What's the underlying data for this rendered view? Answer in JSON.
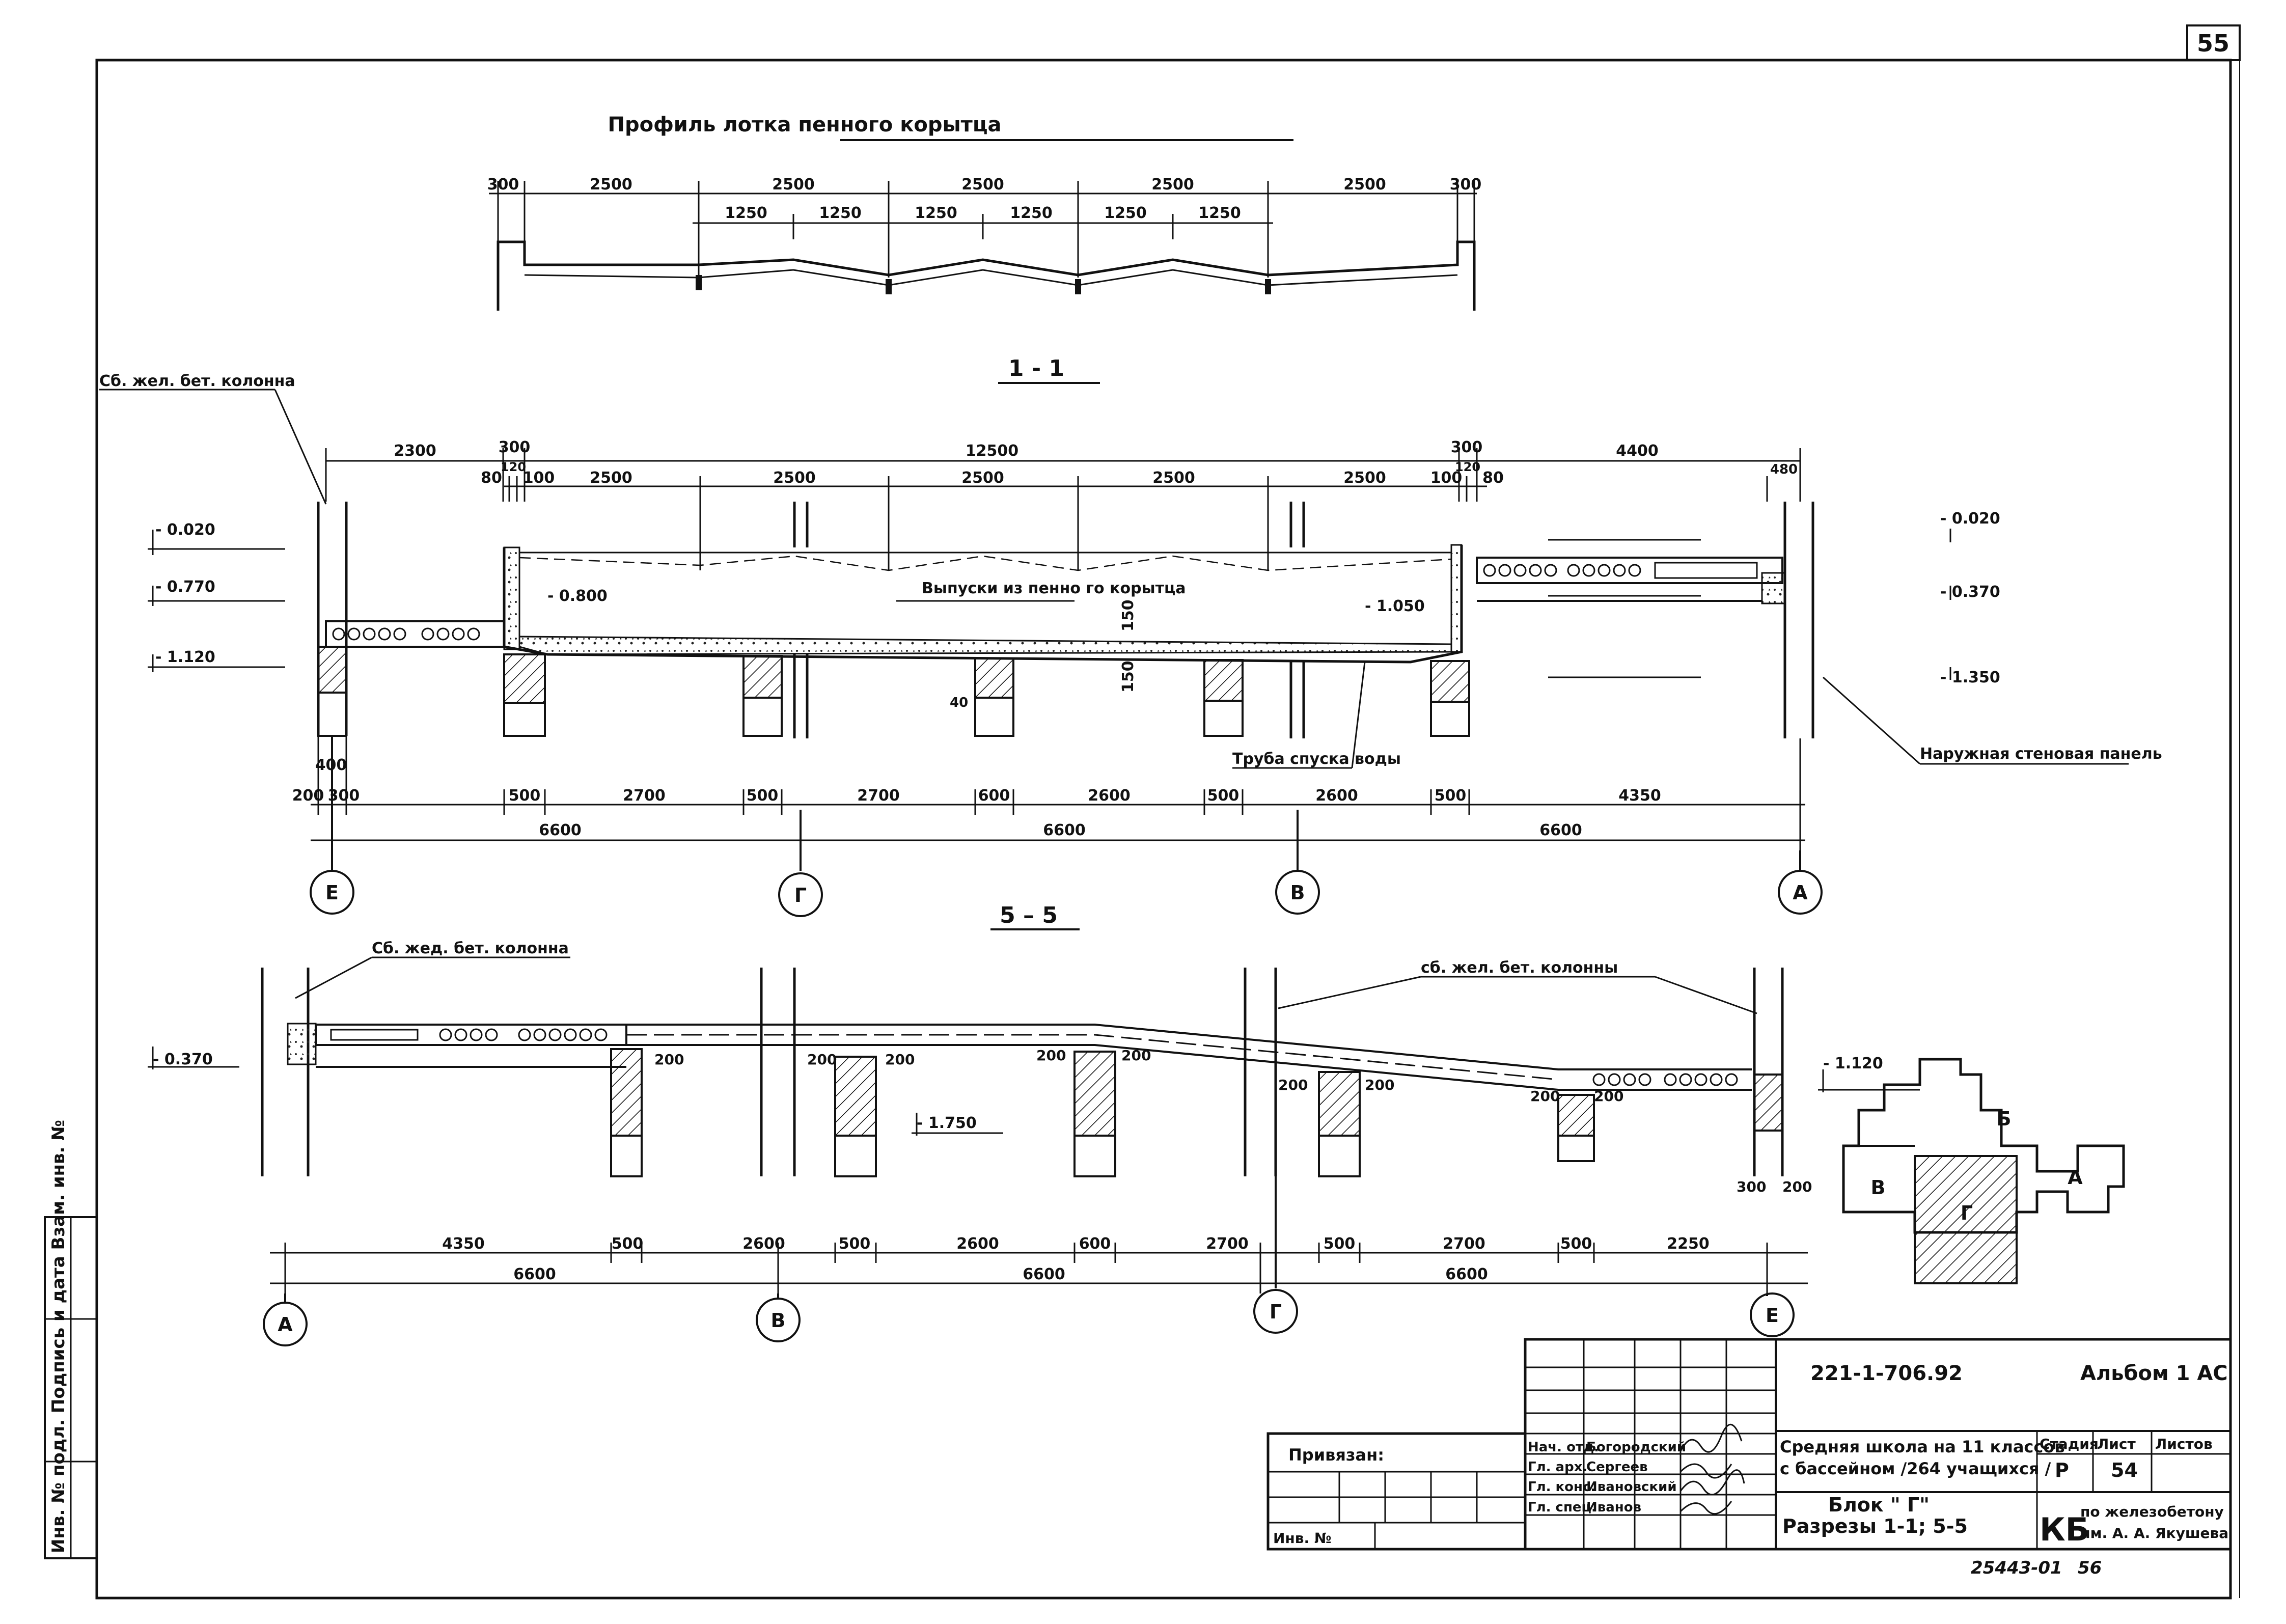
{
  "sheet_number": "55",
  "profile": {
    "title": "Профиль лотка пенного корытца",
    "dims_top": [
      "300",
      "2500",
      "2500",
      "2500",
      "2500",
      "2500",
      "300"
    ],
    "dims_sub": [
      "1250",
      "1250",
      "1250",
      "1250",
      "1250",
      "1250"
    ]
  },
  "section_11": {
    "title": "1 - 1",
    "column_label": "Сб. жел. бет. колонна",
    "dims_top": [
      "2300",
      "300",
      "12500",
      "300",
      "4400"
    ],
    "dims_second": [
      "80",
      "120",
      "100",
      "2500",
      "2500",
      "2500",
      "2500",
      "2500",
      "100",
      "120",
      "80",
      "480"
    ],
    "levels_left": [
      "- 0.020",
      "- 0.770",
      "- 1.120"
    ],
    "levels_right": [
      "- 0.020",
      "- 0.370",
      "- 1.350"
    ],
    "levels_mid": [
      "- 0.800",
      "- 1.050"
    ],
    "vypuski": "Выпуски из пенно го корытца",
    "dim_150a": "150",
    "dim_150b": "150",
    "dim_40": "40",
    "pipe": "Труба спуска воды",
    "panel": "Наружная стеновая панель",
    "dims_bottom": [
      "200",
      "300",
      "400",
      "500",
      "2700",
      "500",
      "2700",
      "600",
      "2600",
      "500",
      "2600",
      "500",
      "4350"
    ],
    "dims_axes": [
      "6600",
      "6600",
      "6600"
    ],
    "axes": [
      "Е",
      "Г",
      "В",
      "А"
    ]
  },
  "section_55": {
    "title": "5 – 5",
    "column_label": "Сб. жед. бет. колонна",
    "columns_label": "сб. жел. бет. колонны",
    "level_left": "- 0.370",
    "level_mid": "- 1.750",
    "level_right": "- 1.120",
    "dims_200": [
      "200",
      "200",
      "200",
      "200",
      "200",
      "200",
      "200",
      "200",
      "200"
    ],
    "dims_corner": [
      "300",
      "200"
    ],
    "dims_bottom": [
      "4350",
      "500",
      "2600",
      "500",
      "2600",
      "600",
      "2700",
      "500",
      "2700",
      "500",
      "2250"
    ],
    "dims_axes": [
      "6600",
      "6600",
      "6600"
    ],
    "axes": [
      "А",
      "В",
      "Г",
      "Е"
    ]
  },
  "keyplan": {
    "labels": [
      "Б",
      "В",
      "Г",
      "А"
    ]
  },
  "side_stamp": "Инв. № подл.   Подпись и дата   Взам. инв. №",
  "title_block": {
    "code": "221-1-706.92",
    "album": "Альбом 1 АС",
    "privyazan": "Привязан:",
    "inv_no": "Инв. №",
    "roles": [
      "Нач. отд.",
      "Гл. арх.",
      "Гл. конс.",
      "Гл. спец."
    ],
    "names": [
      "Богородский",
      "Сергеев",
      "Ивановский",
      "Иванов"
    ],
    "project_line1": "Средняя школа на 11 классов",
    "project_line2": "с бассейном /264 учащихся /",
    "headers": [
      "Стадия",
      "Лист",
      "Листов"
    ],
    "stage": "Р",
    "sheet": "54",
    "block_line1": "Блок \" Г\"",
    "block_line2": "Разрезы 1-1; 5-5",
    "org_mark": "КБ",
    "org_line1": "по железобетону",
    "org_line2": "им. А. А. Якушева"
  },
  "bottom_note": "25443-01",
  "bottom_num": "56"
}
